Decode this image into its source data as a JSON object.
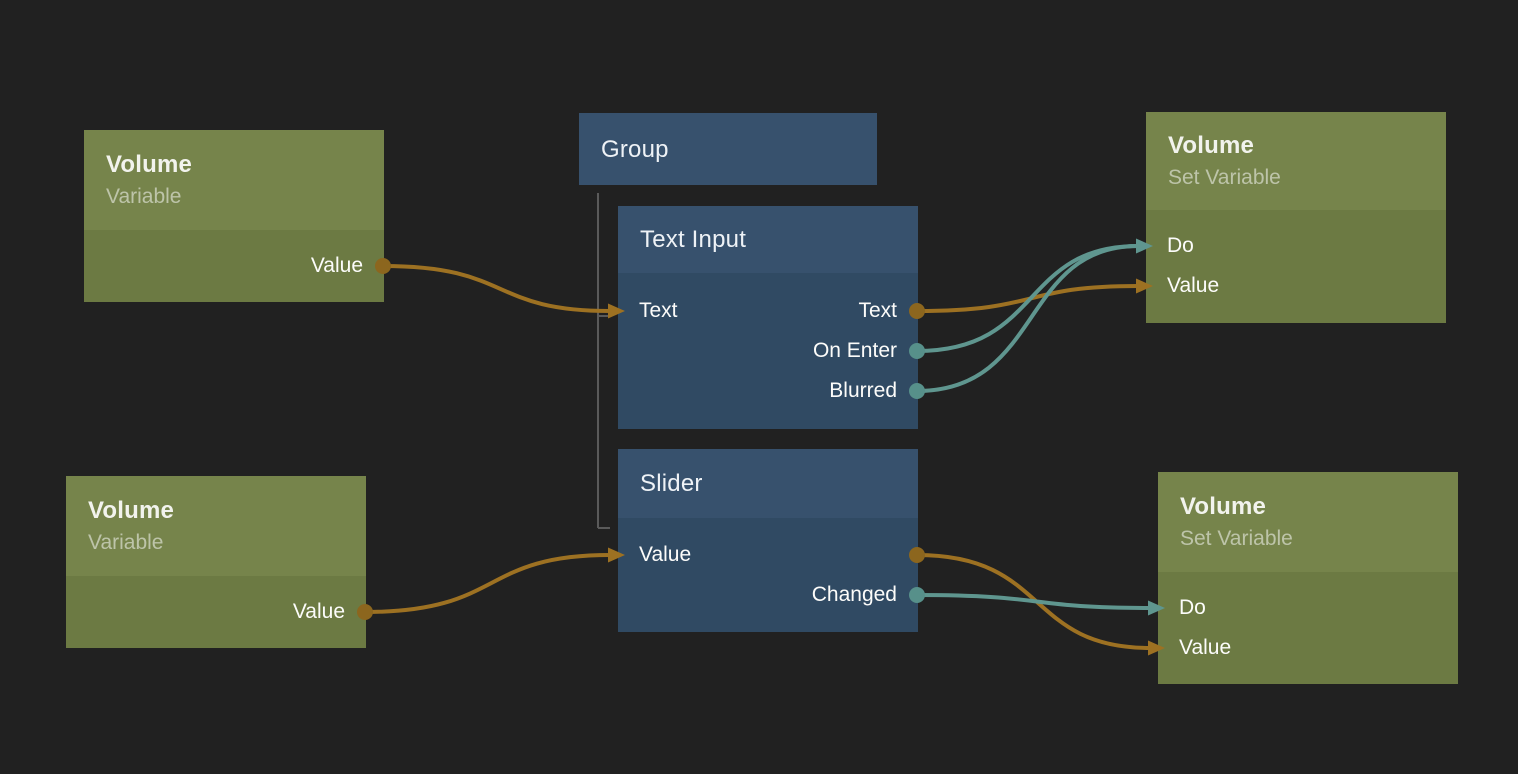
{
  "editor": {
    "background": "#212121"
  },
  "colors": {
    "signal": "#9d7122",
    "signal_dot": "#8c661e",
    "event": "#5f968f",
    "event_dot": "#57908a",
    "group_link": "#5a5a5a",
    "node_green_header": "#76844b",
    "node_green_body": "#6c7a43",
    "node_blue_header": "#37516d",
    "node_blue_body": "#304a63"
  },
  "nodes": {
    "var1": {
      "title": "Volume",
      "subtitle": "Variable",
      "out_value": "Value"
    },
    "var2": {
      "title": "Volume",
      "subtitle": "Variable",
      "out_value": "Value"
    },
    "group": {
      "title": "Group"
    },
    "text_input": {
      "title": "Text Input",
      "in_text": "Text",
      "out_text": "Text",
      "out_on_enter": "On Enter",
      "out_blurred": "Blurred"
    },
    "slider": {
      "title": "Slider",
      "in_value": "Value",
      "out_changed": "Changed"
    },
    "set1": {
      "title": "Volume",
      "subtitle": "Set Variable",
      "in_do": "Do",
      "in_value": "Value"
    },
    "set2": {
      "title": "Volume",
      "subtitle": "Set Variable",
      "in_do": "Do",
      "in_value": "Value"
    }
  },
  "connections": [
    {
      "from": "var1.value",
      "to": "textInput.text",
      "type": "signal"
    },
    {
      "from": "var2.value",
      "to": "slider.value",
      "type": "signal"
    },
    {
      "from": "textInput.text",
      "to": "set1.value",
      "type": "signal"
    },
    {
      "from": "textInput.onEnter",
      "to": "set1.do",
      "type": "event"
    },
    {
      "from": "textInput.blurred",
      "to": "set1.do",
      "type": "event"
    },
    {
      "from": "slider.value",
      "to": "set2.value",
      "type": "signal"
    },
    {
      "from": "slider.changed",
      "to": "set2.do",
      "type": "event"
    }
  ]
}
